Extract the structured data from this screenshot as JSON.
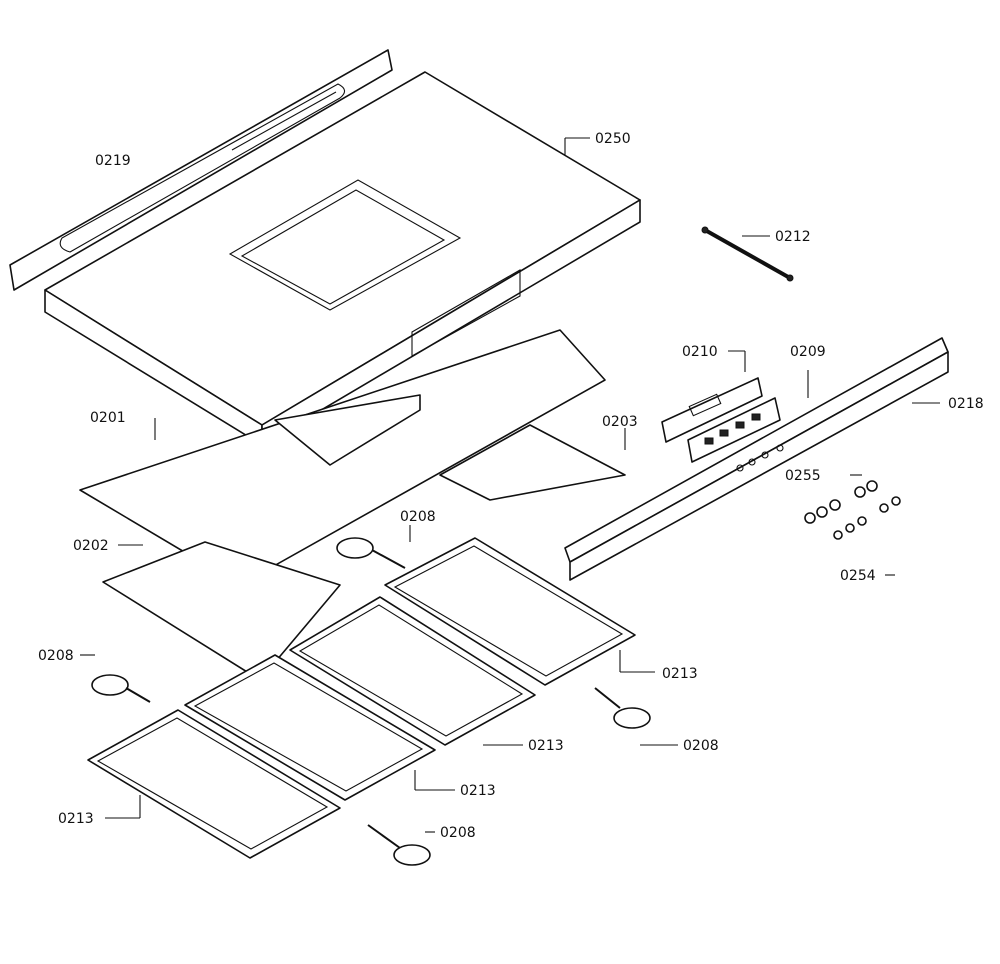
{
  "labels": {
    "l0219": "0219",
    "l0250": "0250",
    "l0212": "0212",
    "l0210": "0210",
    "l0209": "0209",
    "l0218": "0218",
    "l0201": "0201",
    "l0203": "0203",
    "l0255": "0255",
    "l0208a": "0208",
    "l0202": "0202",
    "l0254": "0254",
    "l0208b": "0208",
    "l0213a": "0213",
    "l0208c": "0208",
    "l0213b": "0213",
    "l0213c": "0213",
    "l0213d": "0213",
    "l0208d": "0208"
  },
  "colors": {
    "line": "#111111",
    "background": "#ffffff"
  }
}
